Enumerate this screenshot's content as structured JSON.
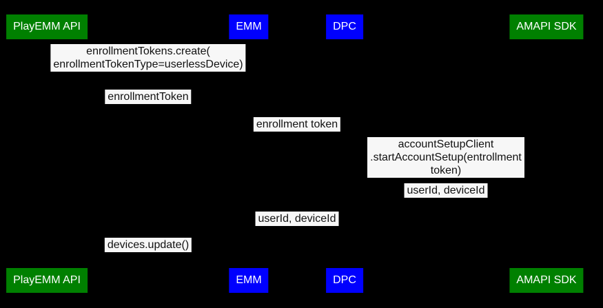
{
  "colors": {
    "background": "#000000",
    "label_bg": "#f7f7f7",
    "actor_text": "#ffffff",
    "green": "#008000",
    "blue": "#0000fe"
  },
  "actors": [
    {
      "id": "playemm-api",
      "label": "PlayEMM API",
      "color": "#008000"
    },
    {
      "id": "emm",
      "label": "EMM",
      "color": "#0000fe"
    },
    {
      "id": "dpc",
      "label": "DPC",
      "color": "#0000fe"
    },
    {
      "id": "amapi-sdk",
      "label": "AMAPI SDK",
      "color": "#008000"
    }
  ],
  "messages": [
    {
      "label": "enrollmentTokens.create(\nenrollmentTokenType=userlessDevice)"
    },
    {
      "label": "enrollmentToken"
    },
    {
      "label": "enrollment token"
    },
    {
      "label": "accountSetupClient\n.startAccountSetup(entrollment token)"
    },
    {
      "label": "userId, deviceId"
    },
    {
      "label": "userId, deviceId"
    },
    {
      "label": "devices.update()"
    }
  ]
}
